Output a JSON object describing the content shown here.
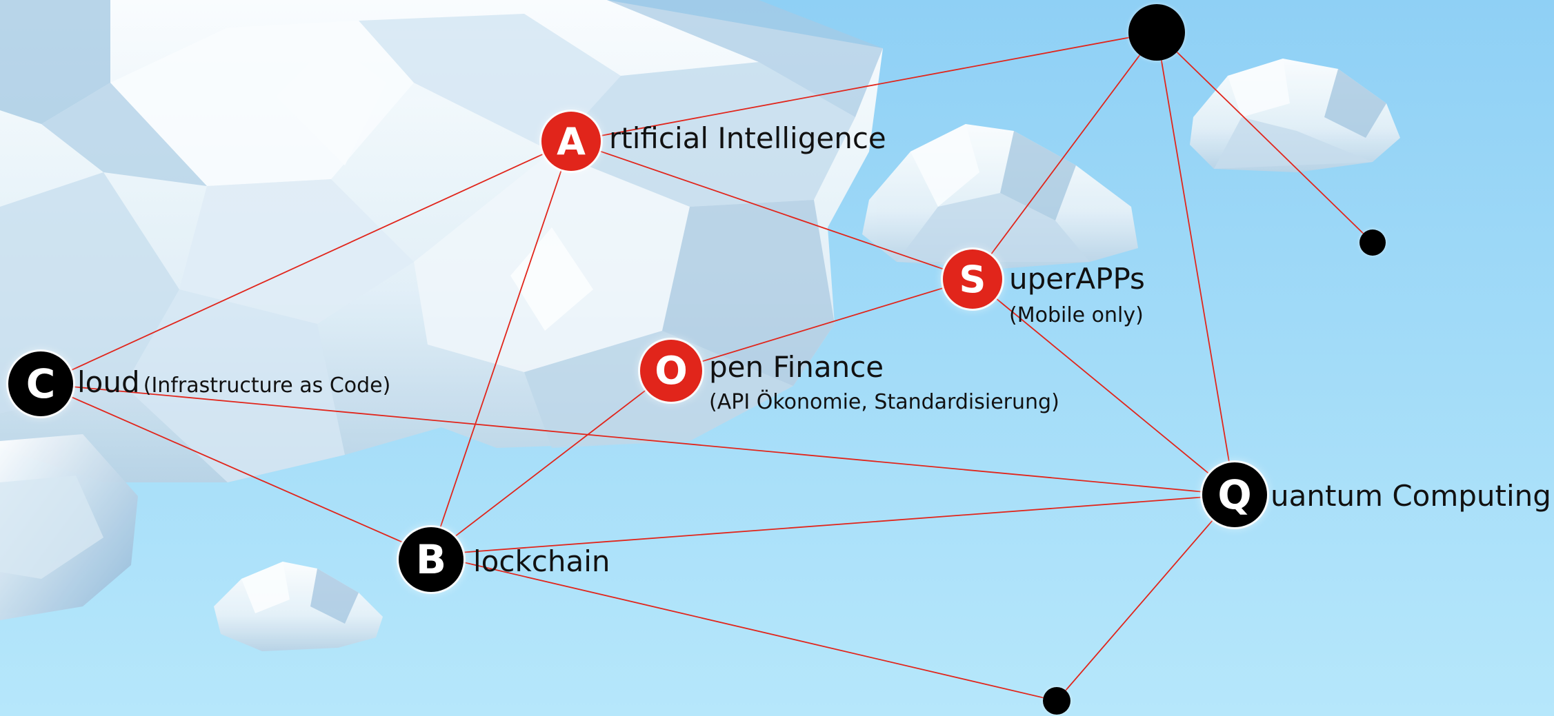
{
  "colors": {
    "sky_top": "#8fd0f5",
    "sky_bottom": "#b4e6fb",
    "accent_red": "#e1251b",
    "node_black": "#000000",
    "edge_red": "#e1251b"
  },
  "nodes": {
    "ai": {
      "letter": "A",
      "label": "rtificial Intelligence",
      "sub": ""
    },
    "superapps": {
      "letter": "S",
      "label": "uperAPPs",
      "sub": "(Mobile only)"
    },
    "openfinance": {
      "letter": "O",
      "label": "pen Finance",
      "sub": "(API Ökonomie, Standardisierung)"
    },
    "cloud": {
      "letter": "C",
      "label": "loud",
      "sub": "(Infrastructure as Code)"
    },
    "blockchain": {
      "letter": "B",
      "label": "lockchain",
      "sub": ""
    },
    "quantum": {
      "letter": "Q",
      "label": "uantum Computing",
      "sub": ""
    }
  }
}
